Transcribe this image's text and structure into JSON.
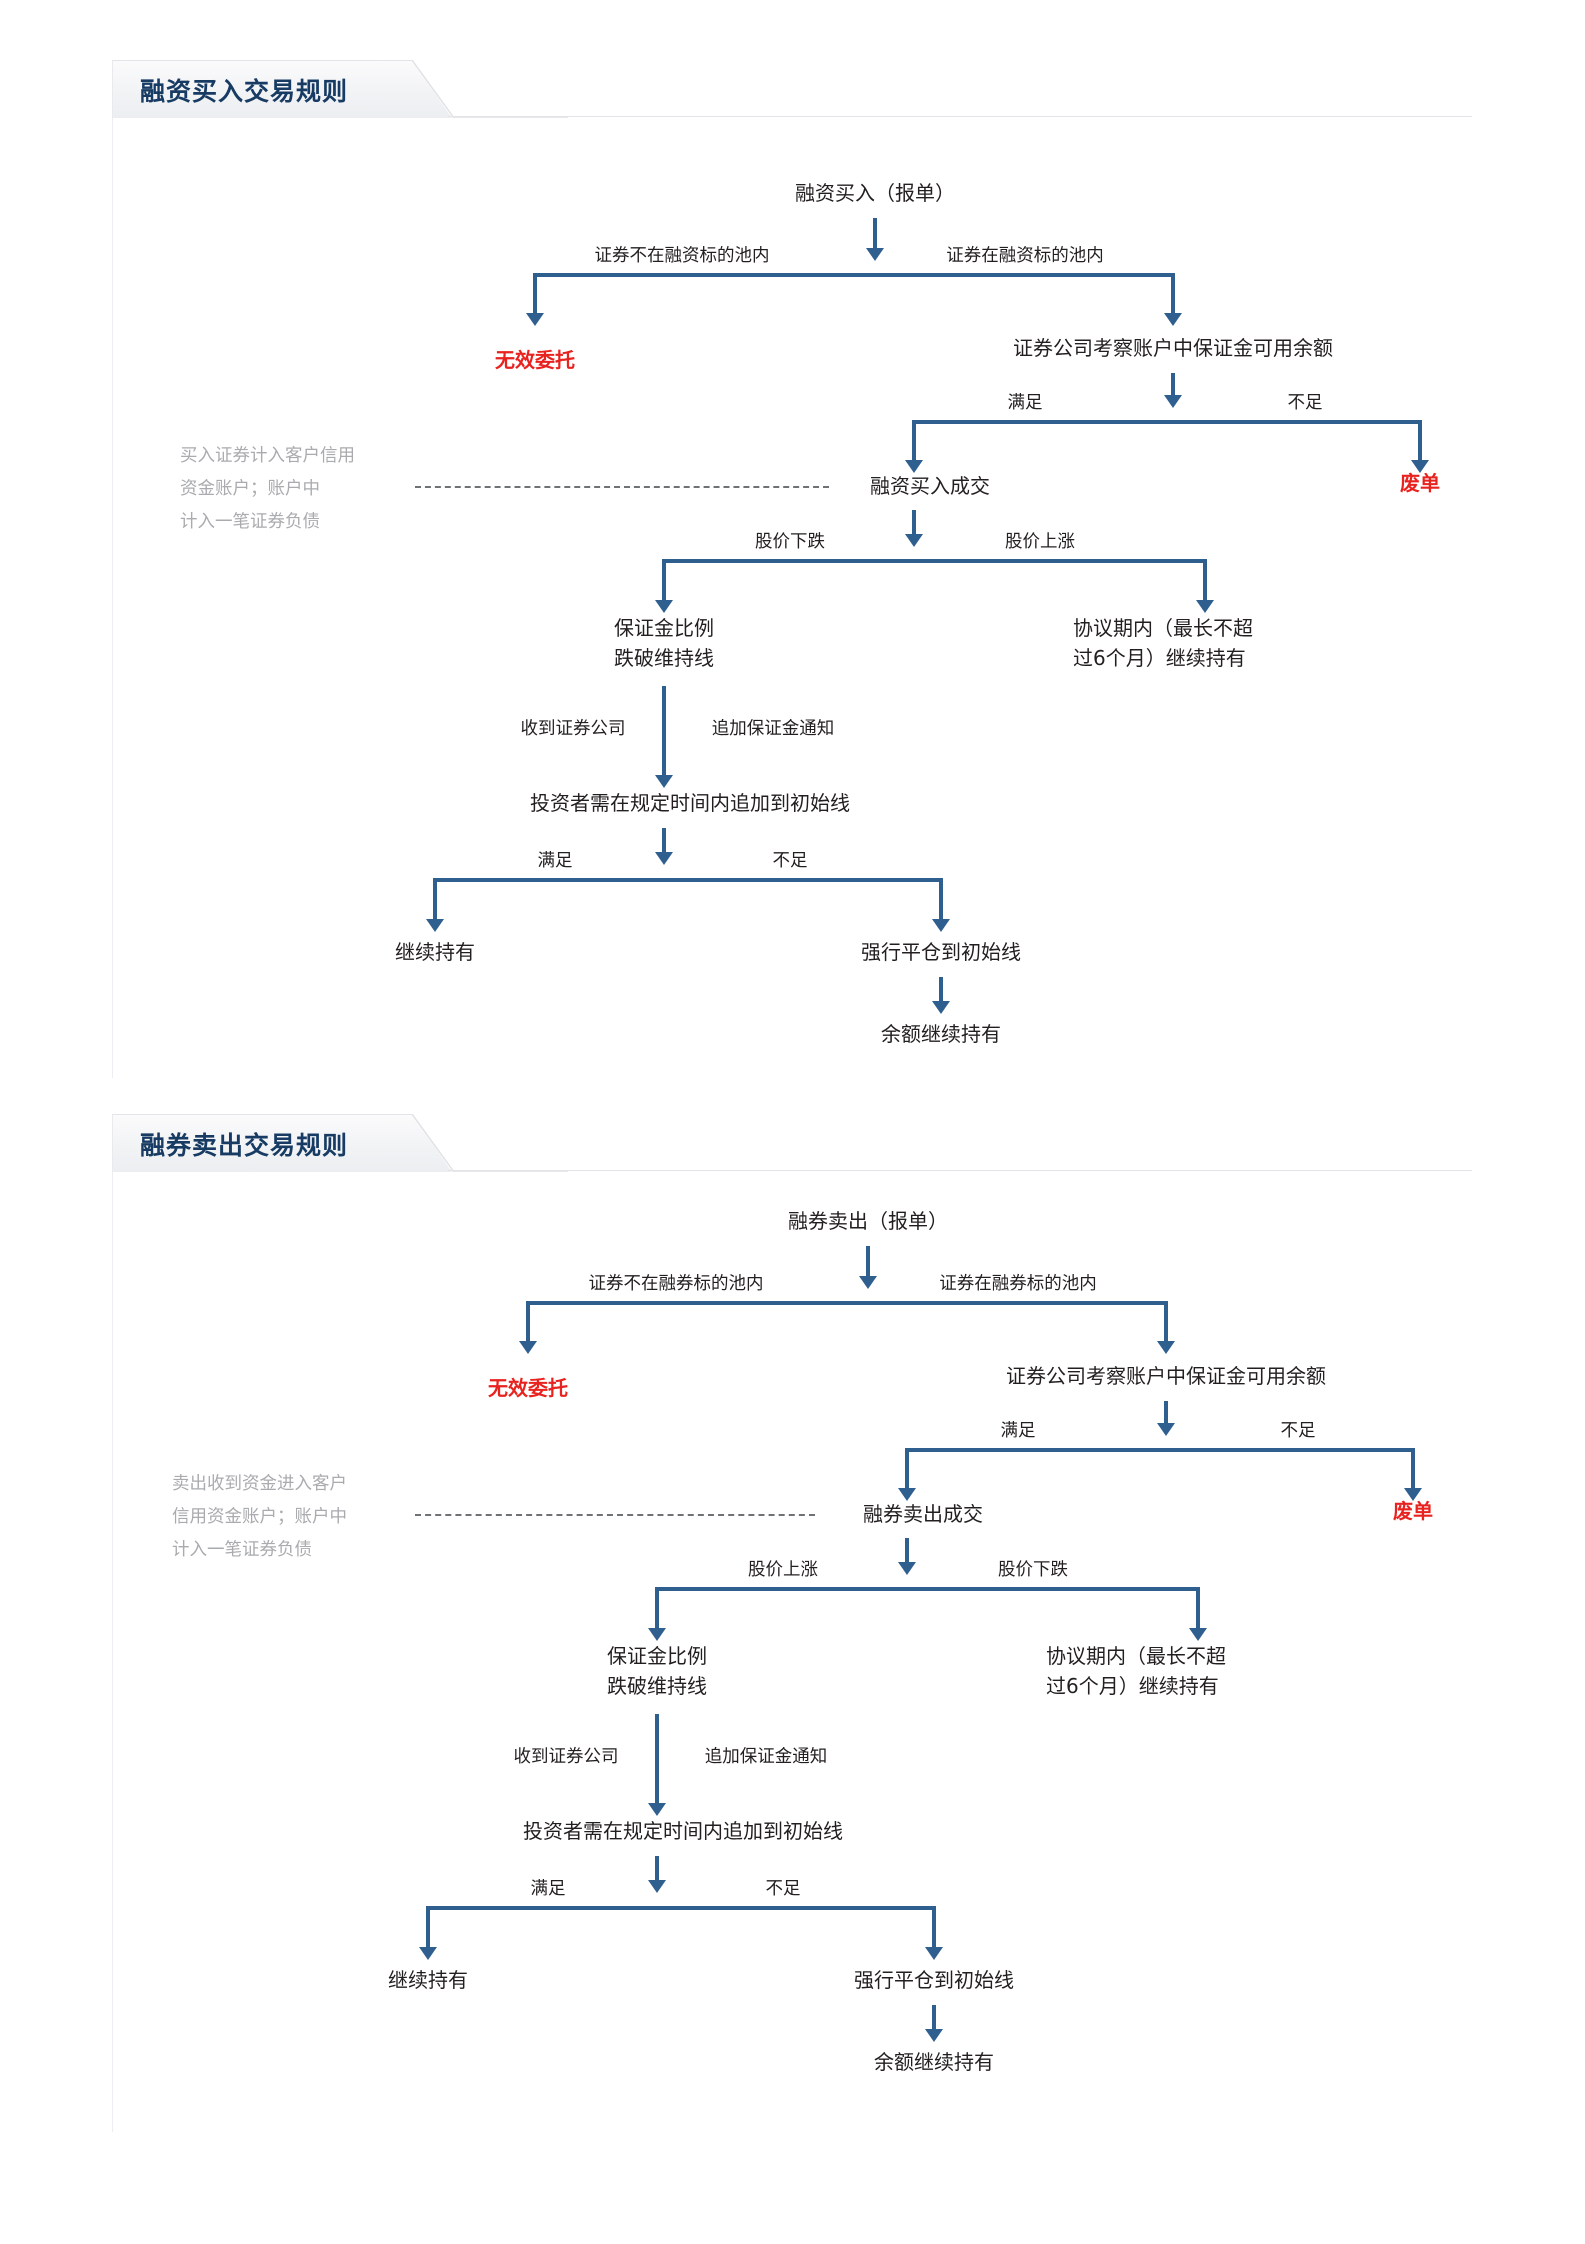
{
  "page": {
    "background": "#ffffff",
    "accent_blue": "#2f5f8f",
    "title_color": "#173b63",
    "alert_red": "#e8231f",
    "note_gray": "#a9abae"
  },
  "sections": [
    {
      "id": "margin-buy",
      "title": "融资买入交易规则",
      "chart_data": {
        "type": "diagram",
        "title": "融资买入交易规则",
        "nodes": [
          {
            "id": "start",
            "label": "融资买入（报单）"
          },
          {
            "id": "invalid",
            "label": "无效委托",
            "color": "#e8231f"
          },
          {
            "id": "check",
            "label": "证券公司考察账户中保证金可用余额"
          },
          {
            "id": "rejected",
            "label": "废单",
            "color": "#e8231f"
          },
          {
            "id": "filled",
            "label": "融资买入成交"
          },
          {
            "id": "note",
            "label": "买入证券计入客户信用\n资金账户；账户中\n计入一笔证券负债",
            "color": "#a9abae"
          },
          {
            "id": "below-line",
            "label": "保证金比例\n跌破维持线"
          },
          {
            "id": "hold-term",
            "label": "协议期内（最长不超\n过6个月）继续持有"
          },
          {
            "id": "add-margin",
            "label": "投资者需在规定时间内追加到初始线"
          },
          {
            "id": "keep-hold",
            "label": "继续持有"
          },
          {
            "id": "force-close",
            "label": "强行平仓到初始线"
          },
          {
            "id": "balance-hold",
            "label": "余额继续持有"
          }
        ],
        "edges": [
          {
            "from": "start",
            "to": "invalid",
            "label": "证券不在融资标的池内"
          },
          {
            "from": "start",
            "to": "check",
            "label": "证券在融资标的池内"
          },
          {
            "from": "check",
            "to": "filled",
            "label": "满足"
          },
          {
            "from": "check",
            "to": "rejected",
            "label": "不足"
          },
          {
            "from": "note",
            "to": "filled",
            "label": "",
            "style": "dashed"
          },
          {
            "from": "filled",
            "to": "below-line",
            "label": "股价下跌"
          },
          {
            "from": "filled",
            "to": "hold-term",
            "label": "股价上涨"
          },
          {
            "from": "below-line",
            "to": "add-margin",
            "label": "收到证券公司    追加保证金通知"
          },
          {
            "from": "add-margin",
            "to": "keep-hold",
            "label": "满足"
          },
          {
            "from": "add-margin",
            "to": "force-close",
            "label": "不足"
          },
          {
            "from": "force-close",
            "to": "balance-hold",
            "label": ""
          }
        ]
      },
      "nodes": {
        "start": "融资买入（报单）",
        "branch_left_label": "证券不在融资标的池内",
        "branch_right_label": "证券在融资标的池内",
        "invalid": "无效委托",
        "check": "证券公司考察账户中保证金可用余额",
        "check_left_label": "满足",
        "check_right_label": "不足",
        "rejected": "废单",
        "note_line1": "买入证券计入客户信用",
        "note_line2": "资金账户；账户中",
        "note_line3": "计入一笔证券负债",
        "filled": "融资买入成交",
        "filled_left_label": "股价下跌",
        "filled_right_label": "股价上涨",
        "below_line1": "保证金比例",
        "below_line2": "跌破维持线",
        "hold_term_line1": "协议期内（最长不超",
        "hold_term_line2": "过6个月）继续持有",
        "notify_left_label": "收到证券公司",
        "notify_right_label": "追加保证金通知",
        "add_margin": "投资者需在规定时间内追加到初始线",
        "add_left_label": "满足",
        "add_right_label": "不足",
        "keep_hold": "继续持有",
        "force_close": "强行平仓到初始线",
        "balance_hold": "余额继续持有"
      }
    },
    {
      "id": "short-sell",
      "title": "融券卖出交易规则",
      "chart_data": {
        "type": "diagram",
        "title": "融券卖出交易规则",
        "nodes": [
          {
            "id": "start",
            "label": "融券卖出（报单）"
          },
          {
            "id": "invalid",
            "label": "无效委托",
            "color": "#e8231f"
          },
          {
            "id": "check",
            "label": "证券公司考察账户中保证金可用余额"
          },
          {
            "id": "rejected",
            "label": "废单",
            "color": "#e8231f"
          },
          {
            "id": "filled",
            "label": "融券卖出成交"
          },
          {
            "id": "note",
            "label": "卖出收到资金进入客户\n信用资金账户；账户中\n计入一笔证券负债",
            "color": "#a9abae"
          },
          {
            "id": "below-line",
            "label": "保证金比例\n跌破维持线"
          },
          {
            "id": "hold-term",
            "label": "协议期内（最长不超\n过6个月）继续持有"
          },
          {
            "id": "add-margin",
            "label": "投资者需在规定时间内追加到初始线"
          },
          {
            "id": "keep-hold",
            "label": "继续持有"
          },
          {
            "id": "force-close",
            "label": "强行平仓到初始线"
          },
          {
            "id": "balance-hold",
            "label": "余额继续持有"
          }
        ],
        "edges": [
          {
            "from": "start",
            "to": "invalid",
            "label": "证券不在融券标的池内"
          },
          {
            "from": "start",
            "to": "check",
            "label": "证券在融券标的池内"
          },
          {
            "from": "check",
            "to": "filled",
            "label": "满足"
          },
          {
            "from": "check",
            "to": "rejected",
            "label": "不足"
          },
          {
            "from": "note",
            "to": "filled",
            "label": "",
            "style": "dashed"
          },
          {
            "from": "filled",
            "to": "below-line",
            "label": "股价上涨"
          },
          {
            "from": "filled",
            "to": "hold-term",
            "label": "股价下跌"
          },
          {
            "from": "below-line",
            "to": "add-margin",
            "label": "收到证券公司    追加保证金通知"
          },
          {
            "from": "add-margin",
            "to": "keep-hold",
            "label": "满足"
          },
          {
            "from": "add-margin",
            "to": "force-close",
            "label": "不足"
          },
          {
            "from": "force-close",
            "to": "balance-hold",
            "label": ""
          }
        ]
      },
      "nodes": {
        "start": "融券卖出（报单）",
        "branch_left_label": "证券不在融券标的池内",
        "branch_right_label": "证券在融券标的池内",
        "invalid": "无效委托",
        "check": "证券公司考察账户中保证金可用余额",
        "check_left_label": "满足",
        "check_right_label": "不足",
        "rejected": "废单",
        "note_line1": "卖出收到资金进入客户",
        "note_line2": "信用资金账户；账户中",
        "note_line3": "计入一笔证券负债",
        "filled": "融券卖出成交",
        "filled_left_label": "股价上涨",
        "filled_right_label": "股价下跌",
        "below_line1": "保证金比例",
        "below_line2": "跌破维持线",
        "hold_term_line1": "协议期内（最长不超",
        "hold_term_line2": "过6个月）继续持有",
        "notify_left_label": "收到证券公司",
        "notify_right_label": "追加保证金通知",
        "add_margin": "投资者需在规定时间内追加到初始线",
        "add_left_label": "满足",
        "add_right_label": "不足",
        "keep_hold": "继续持有",
        "force_close": "强行平仓到初始线",
        "balance_hold": "余额继续持有"
      }
    }
  ]
}
